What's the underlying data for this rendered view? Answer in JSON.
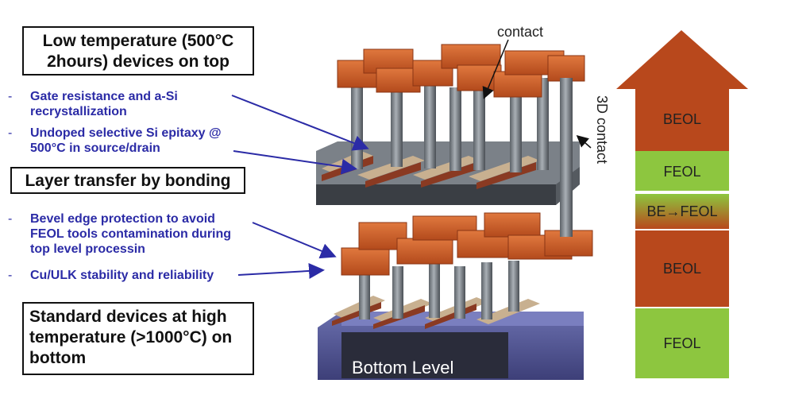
{
  "boxes": {
    "top": [
      "Low temperature (500°C",
      "2hours) devices on top"
    ],
    "mid": "Layer transfer by bonding",
    "bottom": [
      "Standard devices at high",
      "temperature (>1000°C) on",
      "bottom"
    ]
  },
  "bullets": [
    {
      "dash": "-",
      "lines": [
        "Gate resistance and a-Si",
        "recrystallization"
      ]
    },
    {
      "dash": "-",
      "lines": [
        "Undoped selective Si epitaxy @",
        "500°C in source/drain"
      ]
    },
    {
      "dash": "-",
      "lines": [
        "Bevel edge protection to avoid",
        "FEOL tools contamination during",
        "top level processin"
      ]
    },
    {
      "dash": "-",
      "lines": [
        "Cu/ULK stability and reliability"
      ]
    }
  ],
  "illustration": {
    "contact_label": "contact",
    "contact_3d_label": "3D contact",
    "bottom_level_label": "Bottom Level"
  },
  "stack": {
    "layers": [
      "BEOL",
      "FEOL",
      "BE→FEOL",
      "BEOL",
      "FEOL"
    ],
    "colors": {
      "beol": "#b8481c",
      "feol": "#8dc63f"
    }
  }
}
